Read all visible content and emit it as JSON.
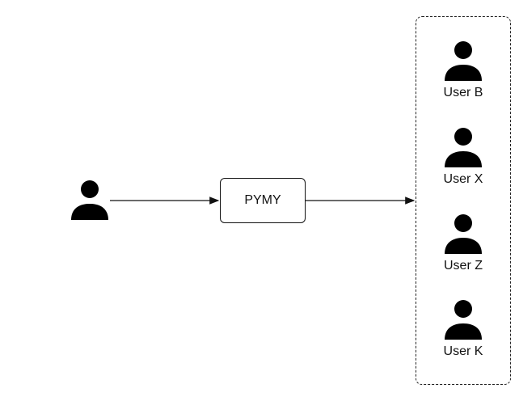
{
  "process": {
    "label": "PYMY"
  },
  "recipients": [
    {
      "label": "User B",
      "icon": "person-icon"
    },
    {
      "label": "User X",
      "icon": "person-icon"
    },
    {
      "label": "User Z",
      "icon": "person-icon"
    },
    {
      "label": "User K",
      "icon": "person-icon"
    }
  ],
  "sender": {
    "icon": "person-icon"
  },
  "colors": {
    "stroke": "#111111",
    "fill": "#000000",
    "background": "#ffffff"
  }
}
